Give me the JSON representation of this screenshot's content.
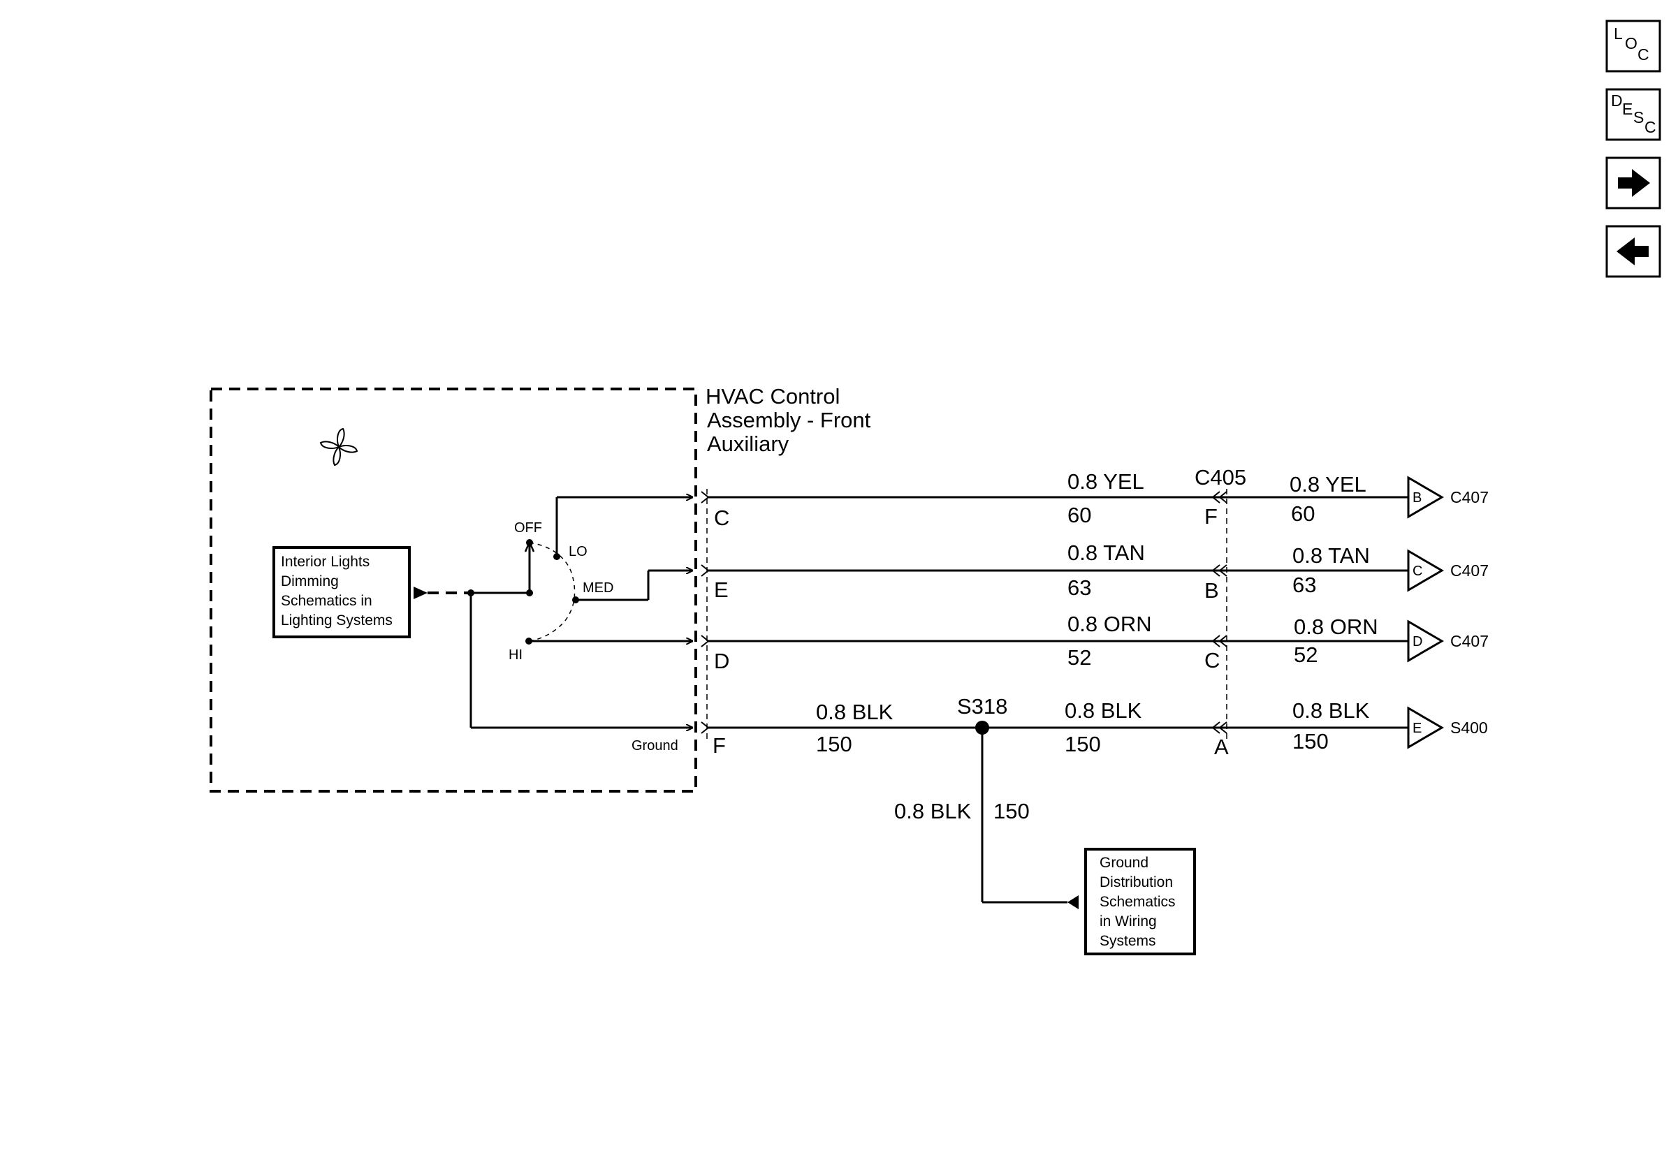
{
  "nav": {
    "loc": [
      "L",
      "O",
      "C"
    ],
    "desc": [
      "D",
      "E",
      "S",
      "C"
    ],
    "forward": "forward",
    "back": "back"
  },
  "component": {
    "title_lines": [
      "HVAC Control",
      "Assembly - Front",
      "Auxiliary"
    ]
  },
  "switch": {
    "off": "OFF",
    "lo": "LO",
    "med": "MED",
    "hi": "HI",
    "ground": "Ground"
  },
  "dimming_box": {
    "lines": [
      "Interior Lights",
      "Dimming",
      "Schematics in",
      "Lighting Systems"
    ]
  },
  "ground_box": {
    "lines": [
      "Ground",
      "Distribution",
      "Schematics",
      "in Wiring",
      "Systems"
    ]
  },
  "connector_c405": "C405",
  "splice_s318": "S318",
  "circuits": [
    {
      "left_pin": "C",
      "wire_left": "0.8 YEL",
      "circuit_left": "60",
      "c405_pin": "F",
      "wire_right": "0.8 YEL",
      "circuit_right": "60",
      "dest_pin": "B",
      "dest": "C407"
    },
    {
      "left_pin": "E",
      "wire_left": "0.8 TAN",
      "circuit_left": "63",
      "c405_pin": "B",
      "wire_right": "0.8 TAN",
      "circuit_right": "63",
      "dest_pin": "C",
      "dest": "C407"
    },
    {
      "left_pin": "D",
      "wire_left": "0.8 ORN",
      "circuit_left": "52",
      "c405_pin": "C",
      "wire_right": "0.8 ORN",
      "circuit_right": "52",
      "dest_pin": "D",
      "dest": "C407"
    },
    {
      "left_pin": "F",
      "wire_a": "0.8 BLK",
      "circuit_a": "150",
      "wire_left": "0.8 BLK",
      "circuit_left": "150",
      "c405_pin": "A",
      "wire_right": "0.8 BLK",
      "circuit_right": "150",
      "dest_pin": "E",
      "dest": "S400"
    }
  ],
  "ground_branch": {
    "wire": "0.8 BLK",
    "circuit": "150"
  }
}
